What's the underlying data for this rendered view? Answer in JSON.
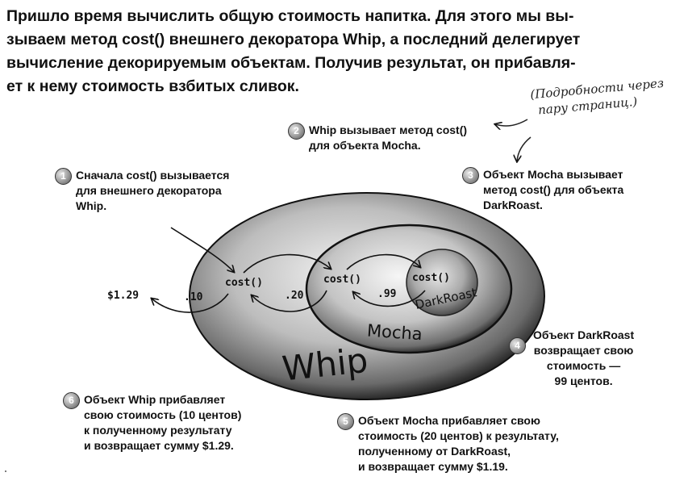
{
  "intro": {
    "lines": [
      "Пришло время вычислить общую стоимость напитка. Для этого мы вы-",
      "зываем метод cost() внешнего декоратора Whip, а последний делегирует",
      "вычисление декорируемым объектам. Получив результат, он прибавля-",
      "ет к нему стоимость взбитых сливок."
    ]
  },
  "handwritten": {
    "lines": [
      "(Подробности через",
      "пару страниц.)"
    ]
  },
  "steps": [
    {
      "num": "1",
      "lines": [
        "Сначала cost() вызывается",
        "для внешнего декоратора",
        "Whip."
      ]
    },
    {
      "num": "2",
      "lines": [
        "Whip вызывает метод cost()",
        "для объекта Mocha."
      ]
    },
    {
      "num": "3",
      "lines": [
        "Объект Mocha вызывает",
        "метод cost() для объекта",
        "DarkRoast."
      ]
    },
    {
      "num": "4",
      "lines": [
        "Объект DarkRoast",
        "возвращает свою",
        "стоимость —",
        "99 центов."
      ]
    },
    {
      "num": "5",
      "lines": [
        "Объект Mocha прибавляет свою",
        "стоимость (20 центов) к результату,",
        "полученному от DarkRoast,",
        "и возвращает сумму $1.19."
      ]
    },
    {
      "num": "6",
      "lines": [
        "Объект Whip прибавляет",
        "свою стоимость (10 центов)",
        "к полученному результату",
        "и возвращает сумму $1.29."
      ]
    }
  ],
  "diagram": {
    "objects": {
      "outer": "Whip",
      "middle": "Mocha",
      "inner": "DarkRoast"
    },
    "method_label": "cost()",
    "values": {
      "total": "$1.29",
      "whip": ".10",
      "mocha": ".20",
      "darkroast": ".99"
    }
  }
}
